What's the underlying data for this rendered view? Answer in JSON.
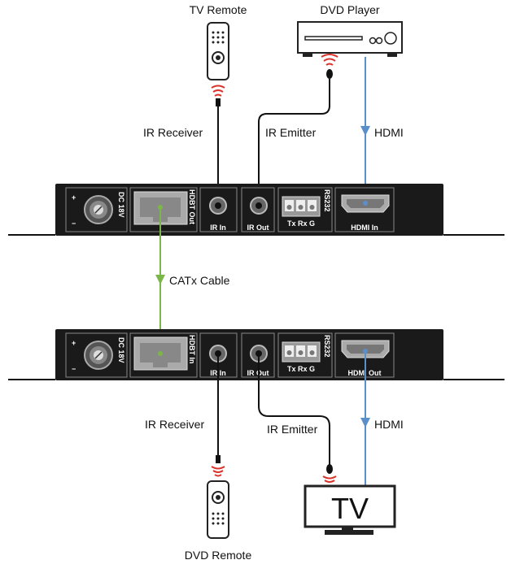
{
  "devices": {
    "tv_remote": "TV Remote",
    "dvd_player": "DVD Player",
    "dvd_remote": "DVD Remote",
    "tv": "TV"
  },
  "connections": {
    "ir_receiver_top": "IR Receiver",
    "ir_emitter_top": "IR Emitter",
    "hdmi_top": "HDMI",
    "catx": "CATx Cable",
    "ir_receiver_bottom": "IR Receiver",
    "ir_emitter_bottom": "IR Emitter",
    "hdmi_bottom": "HDMI"
  },
  "transmitter": {
    "dc": "DC 18V",
    "hdbt": "HDBT Out",
    "ir_in": "IR In",
    "ir_out": "IR Out",
    "rs232": "RS232",
    "pins": "Tx  Rx  G",
    "hdmi": "HDMI In"
  },
  "receiver": {
    "dc": "DC 18V",
    "hdbt": "HDBT In",
    "ir_in": "IR In",
    "ir_out": "IR Out",
    "rs232": "RS232",
    "pins": "Tx  Rx  G",
    "hdmi": "HDMI Out"
  },
  "colors": {
    "hdmi_cable": "#5b8fc9",
    "catx_cable": "#7ab648",
    "ir_wave": "#d9342b",
    "panel": "#1a1a1a"
  }
}
